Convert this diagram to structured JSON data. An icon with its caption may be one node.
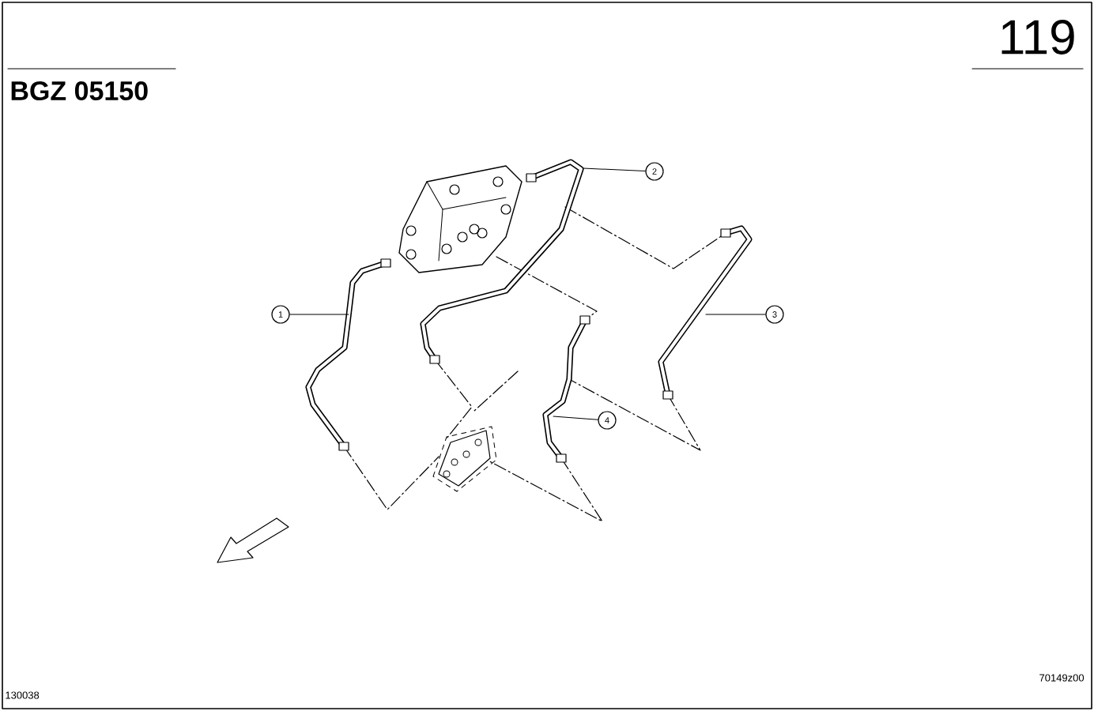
{
  "diagram": {
    "nodes": [
      {
        "text": [
          "1"
        ]
      },
      {
        "text": [
          "2"
        ]
      },
      {
        "text": [
          "3"
        ]
      },
      {
        "text": [
          "4"
        ]
      }
    ],
    "edges": [
      {
        "from": 0,
        "to": null,
        "arrow": "none"
      },
      {
        "from": 1,
        "to": null,
        "arrow": "none"
      },
      {
        "from": 2,
        "to": null,
        "arrow": "none"
      },
      {
        "from": 3,
        "to": null,
        "arrow": "none"
      }
    ],
    "labels": [
      "119",
      "BGZ 05150",
      "70149z00",
      "130038"
    ]
  }
}
